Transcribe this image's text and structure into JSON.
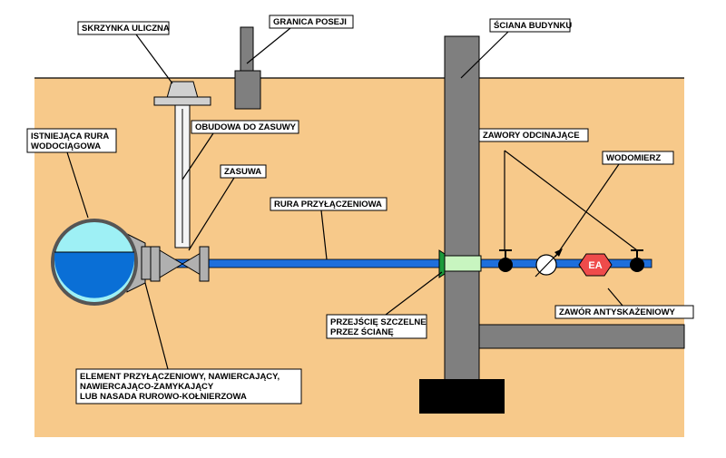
{
  "labels": {
    "street_box": "SKRZYNKA ULICZNA",
    "property_boundary": "GRANICA POSEJI",
    "building_wall": "ŚCIANA BUDYNKU",
    "existing_main_line1": "ISTNIEJĄCA RURA",
    "existing_main_line2": "WODOCIĄGOWA",
    "valve_housing": "OBUDOWA DO ZASUWY",
    "gate_valve": "ZASUWA",
    "connection_pipe": "RURA PRZYŁĄCZENIOWA",
    "shutoff_valves": "ZAWORY ODCINAJĄCE",
    "water_meter": "WODOMIERZ",
    "wall_passage_line1": "PRZEJŚCIĘ SZCZELNE",
    "wall_passage_line2": "PRZEZ ŚCIANĘ",
    "backflow_valve": "ZAWÓR ANTYSKAŻENIOWY",
    "connection_element_line1": "ELEMENT PRZYŁĄCZENIOWY, NAWIERCAJĄCY,",
    "connection_element_line2": "NAWIERCAJĄCO-ZAMYKAJĄCY",
    "connection_element_line3": "LUB NASADA RUROWO-KOŁNIERZOWA"
  },
  "backflow_symbol": "EA",
  "colors": {
    "soil": "#f7c98a",
    "wall": "#7f7f7f",
    "pipe": "#1e6fdc",
    "water": "#0a6fd6",
    "air": "#9ef0f5",
    "seal": "#c8f5c0",
    "valve_red": "#ef4b4b",
    "foundation": "#000000"
  }
}
